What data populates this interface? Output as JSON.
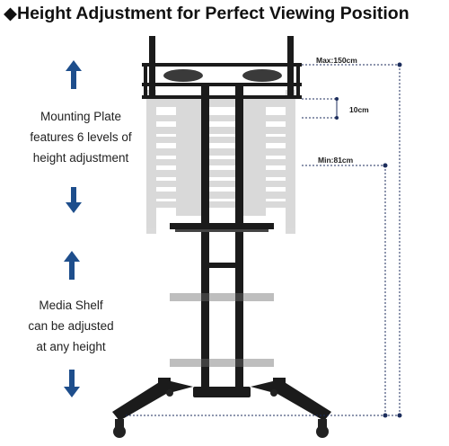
{
  "title": "◆Height Adjustment for Perfect Viewing Position",
  "mounting_caption": {
    "lines": [
      "Mounting Plate",
      "features 6 levels of",
      "height adjustment"
    ]
  },
  "shelf_caption": {
    "lines": [
      "Media Shelf",
      "can be adjusted",
      "at any height"
    ]
  },
  "dimensions": {
    "max_label": "Max:150cm",
    "step_label": "10cm",
    "min_label": "Min:81cm"
  },
  "colors": {
    "arrow": "#1e4e8c",
    "dimension_line": "#1c2d5c",
    "stand": "#1b1b1b"
  },
  "icons": {
    "up_arrow": "up-arrow-icon",
    "down_arrow": "down-arrow-icon"
  }
}
